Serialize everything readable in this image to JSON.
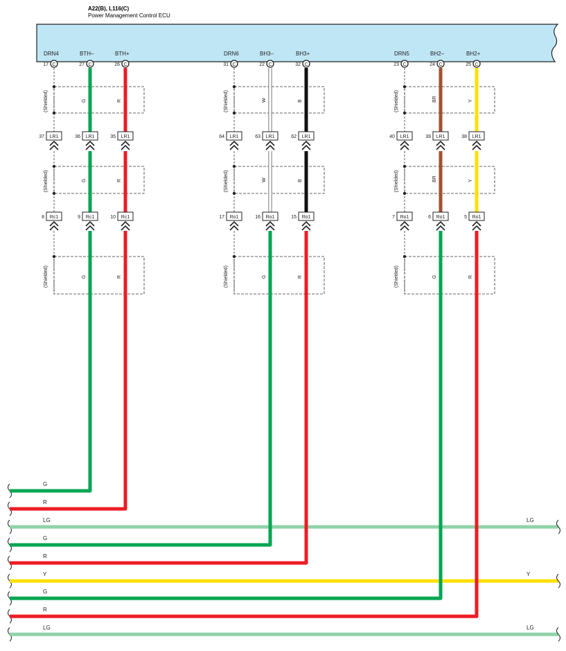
{
  "ecu": {
    "code": "A22(B), L116(C)",
    "name": "Power Management Control ECU",
    "fill": "#bfe6f5"
  },
  "colors": {
    "G": "#00a651",
    "R": "#ed1c24",
    "LG": "#8fd3a8",
    "Y": "#ffe000",
    "BR": "#a0522d",
    "B": "#111111",
    "W": "#ffffff"
  },
  "shield_label": "(Shielded)",
  "groups": [
    {
      "terms": [
        {
          "name": "DRN4",
          "pin": "17",
          "conn": "C",
          "lr_pin": "37",
          "lr": "LR1",
          "r_pin": "8",
          "r": "Rc1",
          "wire": null,
          "shielddrain": true
        },
        {
          "name": "BTH–",
          "pin": "27",
          "conn": "C",
          "lr_pin": "36",
          "lr": "LR1",
          "r_pin": "9",
          "r": "Rc1",
          "wire": "G"
        },
        {
          "name": "BTH+",
          "pin": "26",
          "conn": "C",
          "lr_pin": "35",
          "lr": "LR1",
          "r_pin": "10",
          "r": "Rc1",
          "wire": "R"
        }
      ]
    },
    {
      "terms": [
        {
          "name": "DRN6",
          "pin": "31",
          "conn": "C",
          "lr_pin": "64",
          "lr": "LR1",
          "r_pin": "17",
          "r": "Ro1",
          "wire": null,
          "shielddrain": true
        },
        {
          "name": "BH3–",
          "pin": "22",
          "conn": "C",
          "lr_pin": "63",
          "lr": "LR1",
          "r_pin": "16",
          "r": "Ro1",
          "wire": "W",
          "lower": "G"
        },
        {
          "name": "BH3+",
          "pin": "32",
          "conn": "C",
          "lr_pin": "62",
          "lr": "LR1",
          "r_pin": "15",
          "r": "Ro1",
          "wire": "B",
          "lower": "R"
        }
      ]
    },
    {
      "terms": [
        {
          "name": "DRN5",
          "pin": "23",
          "conn": "C",
          "lr_pin": "40",
          "lr": "LR1",
          "r_pin": "7",
          "r": "Ro1",
          "wire": null,
          "shielddrain": true
        },
        {
          "name": "BH2–",
          "pin": "24",
          "conn": "C",
          "lr_pin": "39",
          "lr": "LR1",
          "r_pin": "6",
          "r": "Ro1",
          "wire": "BR",
          "lower": "G"
        },
        {
          "name": "BH2+",
          "pin": "25",
          "conn": "C",
          "lr_pin": "38",
          "lr": "LR1",
          "r_pin": "5",
          "r": "Ro1",
          "wire": "Y",
          "lower": "R"
        }
      ]
    }
  ],
  "bus": [
    {
      "label": "G",
      "right_label": ""
    },
    {
      "label": "R",
      "right_label": ""
    },
    {
      "label": "LG",
      "right_label": "LG"
    },
    {
      "label": "G",
      "right_label": ""
    },
    {
      "label": "R",
      "right_label": ""
    },
    {
      "label": "Y",
      "right_label": "Y"
    },
    {
      "label": "G",
      "right_label": ""
    },
    {
      "label": "R",
      "right_label": ""
    },
    {
      "label": "LG",
      "right_label": "LG"
    }
  ]
}
